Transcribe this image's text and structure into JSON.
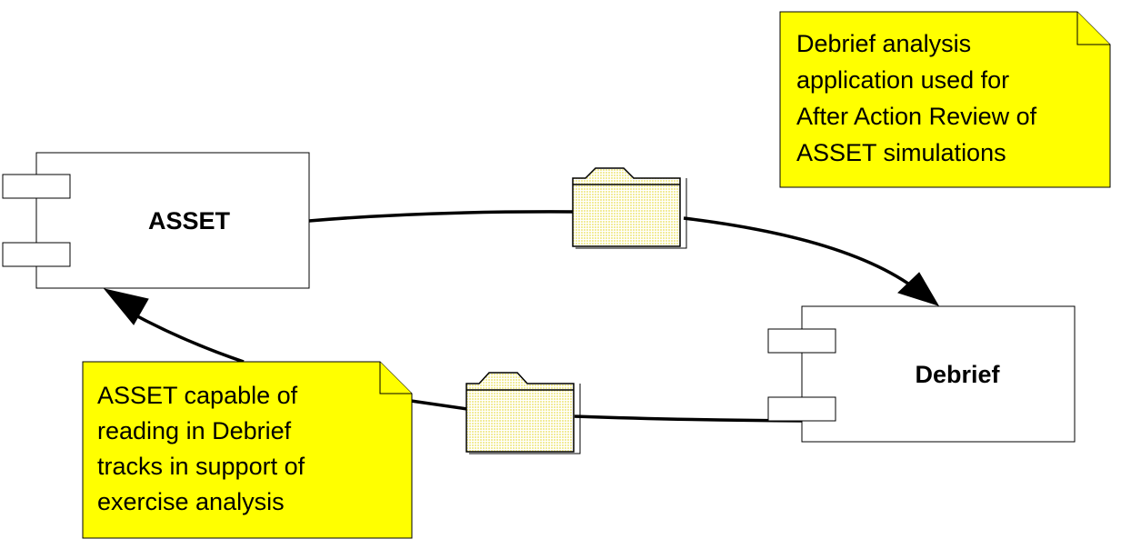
{
  "components": {
    "asset": {
      "label": "ASSET"
    },
    "debrief": {
      "label": "Debrief"
    }
  },
  "notes": {
    "top": {
      "lines": [
        "Debrief analysis",
        "application used for",
        "After Action Review of",
        "ASSET simulations"
      ]
    },
    "bottom": {
      "lines": [
        "ASSET capable of",
        "reading in Debrief",
        "tracks in support of",
        "exercise analysis"
      ]
    }
  },
  "colors": {
    "note_fill": "#ffff00",
    "folder_fill": "#fffbc8",
    "line": "#000000",
    "background": "#ffffff"
  },
  "icons": [
    "folder-icon",
    "folder-icon"
  ]
}
